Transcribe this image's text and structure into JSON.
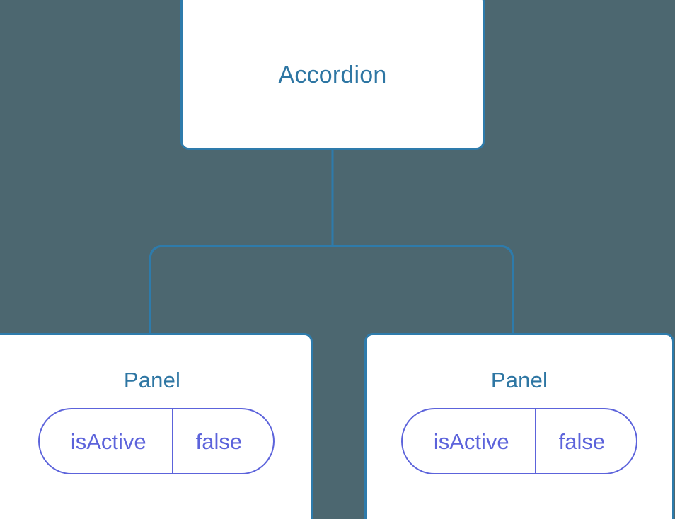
{
  "diagram": {
    "type": "component-tree",
    "background_color": "#4c6770",
    "node_border_color": "#2e7bab",
    "node_title_color": "#2e76a3",
    "state_color": "#5c63db",
    "connector_color": "#2e7bab",
    "root": {
      "title": "Accordion"
    },
    "children": [
      {
        "title": "Panel",
        "state": {
          "key": "isActive",
          "value": "false"
        }
      },
      {
        "title": "Panel",
        "state": {
          "key": "isActive",
          "value": "false"
        }
      }
    ]
  }
}
